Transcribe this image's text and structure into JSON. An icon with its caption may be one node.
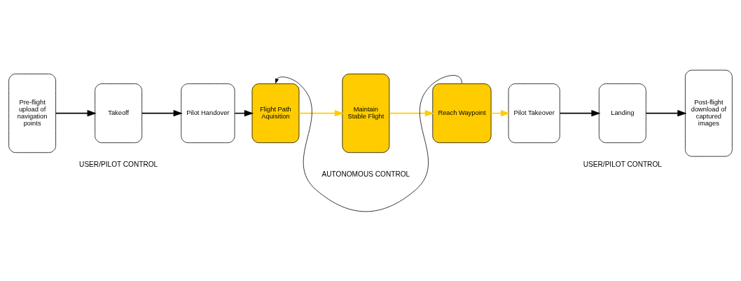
{
  "diagram": {
    "nodes": [
      {
        "text": [
          "Pre-flight upload of navigation points"
        ]
      },
      {
        "text": [
          "Takeoff"
        ]
      },
      {
        "text": [
          "Pilot Handover"
        ]
      },
      {
        "text": [
          "Flight Path Aquisition"
        ]
      },
      {
        "text": [
          "Maintain Stable Flight"
        ]
      },
      {
        "text": [
          "Reach Waypoint"
        ]
      },
      {
        "text": [
          "Pilot Takeover"
        ]
      },
      {
        "text": [
          "Landing"
        ]
      },
      {
        "text": [
          "Post-flight download of captured images"
        ]
      }
    ],
    "edges": [
      {
        "from": 0,
        "to": 1,
        "arrow": "to"
      },
      {
        "from": 1,
        "to": 2,
        "arrow": "to"
      },
      {
        "from": 2,
        "to": 3,
        "arrow": "to"
      },
      {
        "from": 3,
        "to": 4,
        "arrow": "to",
        "color": "#ffcc00"
      },
      {
        "from": 4,
        "to": 5,
        "arrow": "to",
        "color": "#ffcc00"
      },
      {
        "from": 5,
        "to": 6,
        "arrow": "to",
        "color": "#ffcc00"
      },
      {
        "from": 6,
        "to": 7,
        "arrow": "to"
      },
      {
        "from": 7,
        "to": 8,
        "arrow": "to"
      },
      {
        "from": 5,
        "to": 3,
        "arrow": "to"
      }
    ],
    "labels": [
      "USER/PILOT CONTROL",
      "AUTONOMOUS CONTROL",
      "USER/PILOT CONTROL"
    ]
  }
}
